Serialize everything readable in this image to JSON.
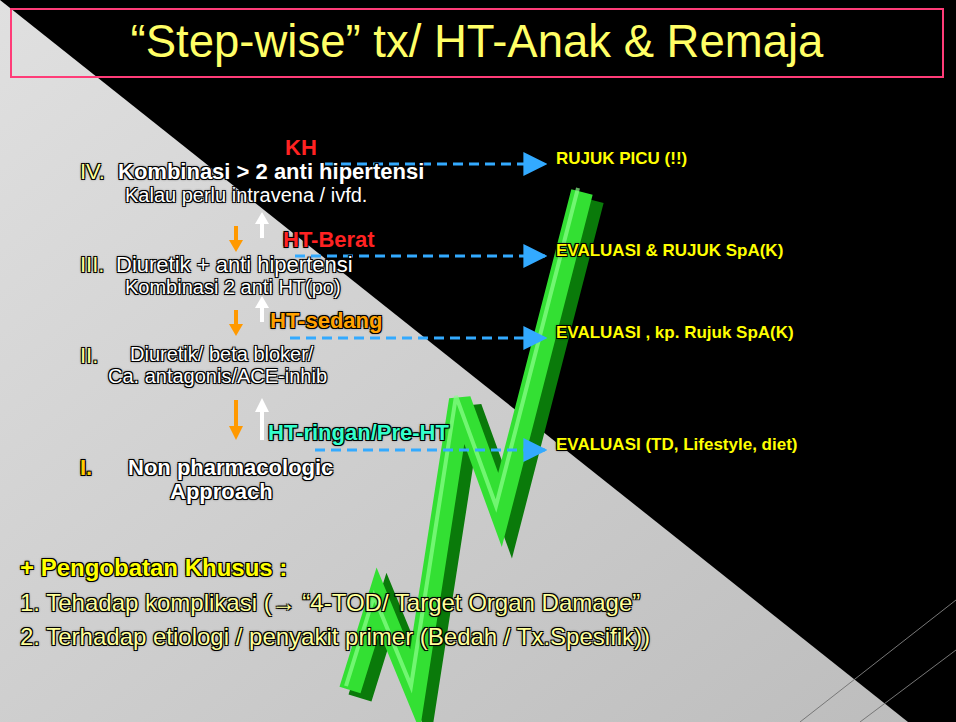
{
  "diagram": {
    "title": "“Step-wise” tx/ HT-Anak & Remaja",
    "labels": [
      "KH",
      "RUJUK PICU (!!)",
      "IV.",
      "Kombinasi > 2 anti hipertensi",
      "Kalau perlu intravena / ivfd.",
      "HT-Berat",
      "EVALUASI & RUJUK SpA(K)",
      "III.",
      "Diuretik + anti hipertensi",
      "Kombinasi 2 anti HT(po)",
      "HT-sedang",
      "EVALUASI , kp. Rujuk SpA(K)",
      "II.",
      "Diuretik/ beta bloker/",
      "Ca. antagonis/ACE-inhib",
      "HT-ringan/Pre-HT",
      "EVALUASI  (TD, Lifestyle, diet)",
      "I.",
      "Non pharmacologic",
      "Approach",
      "+ Pengobatan Khusus :",
      "1. Tehadap komplikasi (→ “4-TOD/ Target Organ Damage”",
      "2. Terhadap etiologi / penyakit primer (Bedah / Tx.Spesifik))"
    ]
  }
}
